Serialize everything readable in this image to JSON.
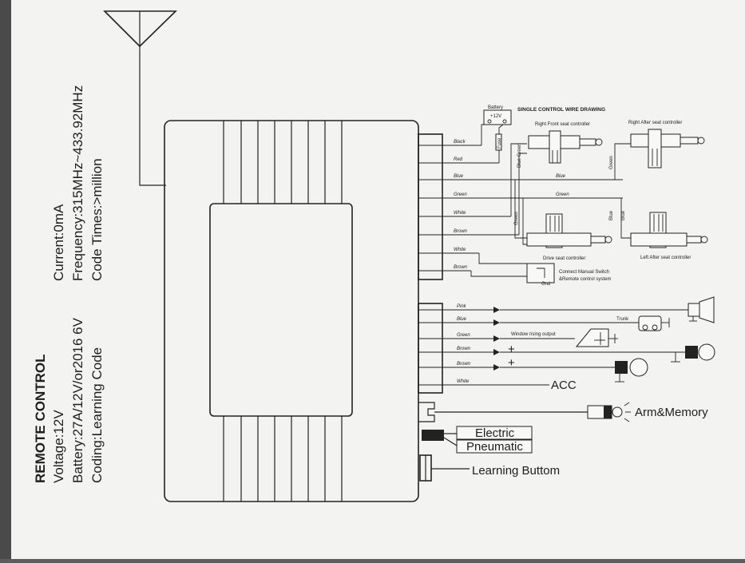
{
  "specs": {
    "title": "REMOTE CONTROL",
    "voltage": "Voltage:12V",
    "battery": "Battery:27A/12V/or2016 6V",
    "coding": "Coding:Learning Code",
    "current": "Current:0mA",
    "frequency": "Frequency:315MHz~433.92MHz",
    "code_times": "Code Times:>million"
  },
  "upper_section": {
    "title": "SINGLE CONTROL WIRE DRAWING",
    "battery_label": "Battery",
    "battery_voltage": "+12V",
    "fuse_label": "Fuse",
    "wires": [
      "Black",
      "Red",
      "Blue",
      "Green",
      "White",
      "Brown",
      "White",
      "Brown"
    ],
    "actuators": {
      "right_front": "Right Front seat controller",
      "right_rear": "Right After seat controller",
      "drive": "Drive seat controller",
      "left_rear": "Left After seat controller"
    },
    "inner_wires": {
      "blue_green": "Blue Green",
      "blue": "Blue",
      "green": "Green",
      "green_v": "Green",
      "blue_v": "Blue",
      "blue_left": "Blue",
      "green_left": "Green"
    },
    "switch_note_1": "Connect Manual Switch",
    "switch_note_2": "&Remote control system",
    "gnd_label": "Gnd"
  },
  "lower_section": {
    "wires": [
      "Pink",
      "Blue",
      "Green",
      "Brown",
      "Brown",
      "White"
    ],
    "trunk_label": "Trunk",
    "window_label": "Window rising output",
    "plus_1": "+",
    "plus_2": "+",
    "acc_label": "ACC"
  },
  "outputs": {
    "arm_memory": "Arm&Memory",
    "electric": "Electric",
    "pneumatic": "Pneumatic",
    "learning": "Learning Buttom"
  },
  "colors": {
    "paper": "#f3f3f1",
    "ink": "#222222",
    "background": "#5c5c5c"
  }
}
